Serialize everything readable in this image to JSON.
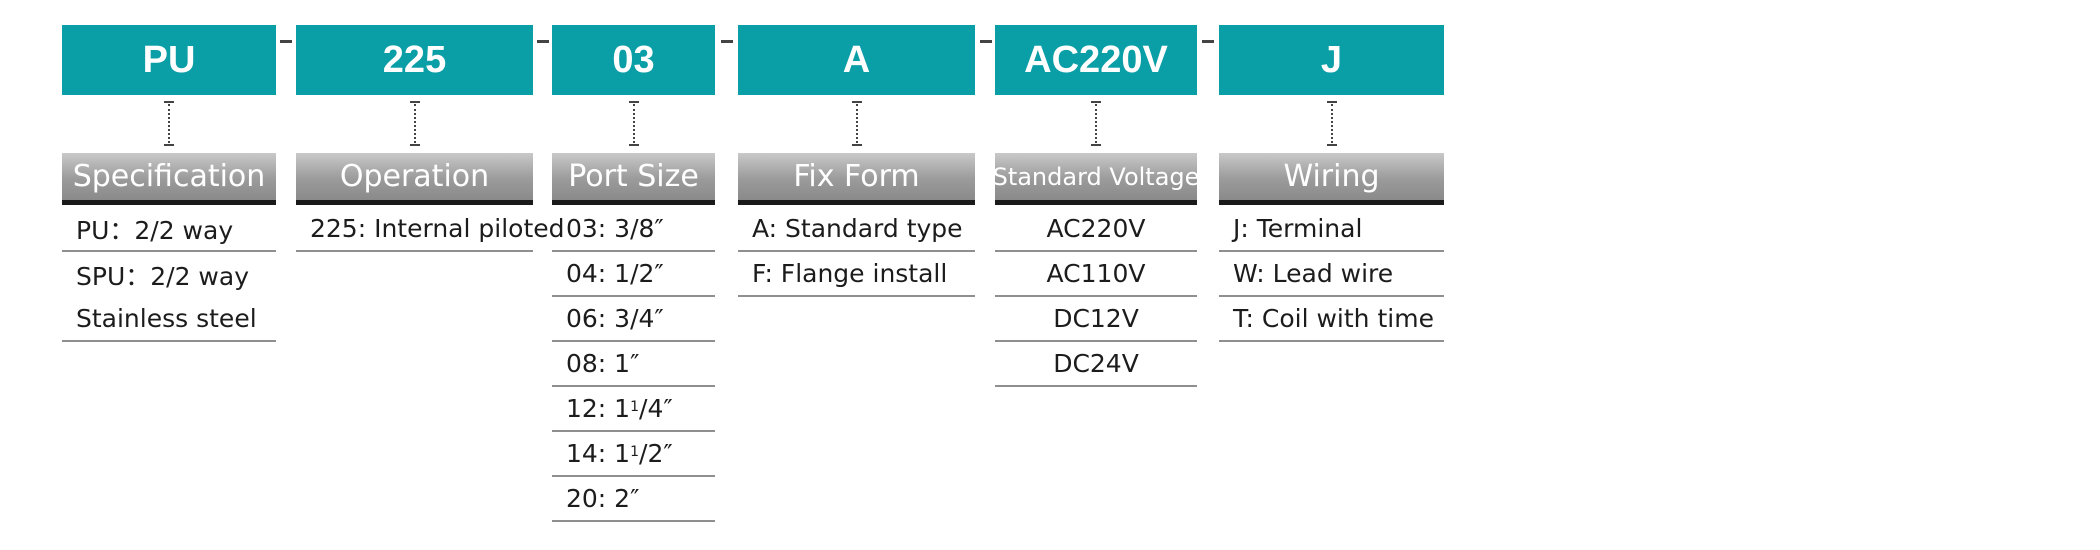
{
  "separator": "-",
  "columns": [
    {
      "code": "PU",
      "header": "Specification",
      "rows": [
        {
          "text": "PU：2/2 way",
          "line": true
        },
        {
          "text": "SPU：2/2 way",
          "line": false
        },
        {
          "text": "Stainless steel",
          "line": true
        }
      ]
    },
    {
      "code": "225",
      "header": "Operation",
      "rows": [
        {
          "text": "225: Internal piloted",
          "line": true
        }
      ]
    },
    {
      "code": "03",
      "header": "Port Size",
      "rows": [
        {
          "text": "03: 3/8″",
          "line": true
        },
        {
          "text": "04: 1/2″",
          "line": true
        },
        {
          "text": "06: 3/4″",
          "line": true
        },
        {
          "text": "08: 1″",
          "line": true
        },
        {
          "pre": "12: 1",
          "sup": "1",
          "post": "/4″",
          "line": true
        },
        {
          "pre": "14: 1",
          "sup": "1",
          "post": "/2″",
          "line": true
        },
        {
          "text": "20: 2″",
          "line": true
        }
      ]
    },
    {
      "code": "A",
      "header": "Fix Form",
      "rows": [
        {
          "text": "A: Standard type",
          "line": true
        },
        {
          "text": "F: Flange install",
          "line": true
        }
      ]
    },
    {
      "code": "AC220V",
      "header": "Standard Voltage",
      "rows": [
        {
          "text": "AC220V",
          "line": true
        },
        {
          "text": "AC110V",
          "line": true
        },
        {
          "text": "DC12V",
          "line": true
        },
        {
          "text": "DC24V",
          "line": true
        }
      ]
    },
    {
      "code": "J",
      "header": "Wiring",
      "rows": [
        {
          "text": "J: Terminal",
          "line": true
        },
        {
          "text": "W: Lead wire",
          "line": true
        },
        {
          "text": "T: Coil with time",
          "line": true
        }
      ]
    }
  ]
}
